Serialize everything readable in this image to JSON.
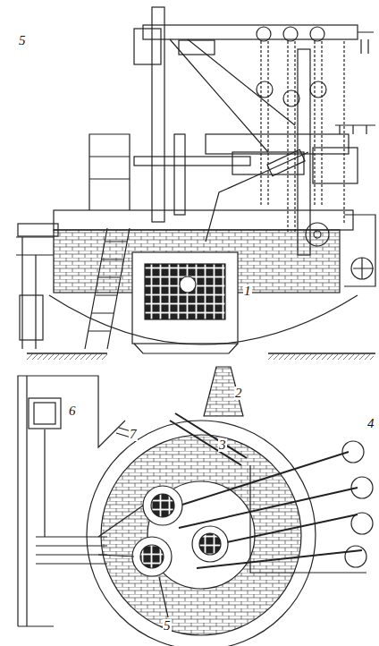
{
  "diagram": {
    "labels": [
      "5",
      "1",
      "2",
      "6",
      "7",
      "3",
      "4",
      "5"
    ]
  }
}
